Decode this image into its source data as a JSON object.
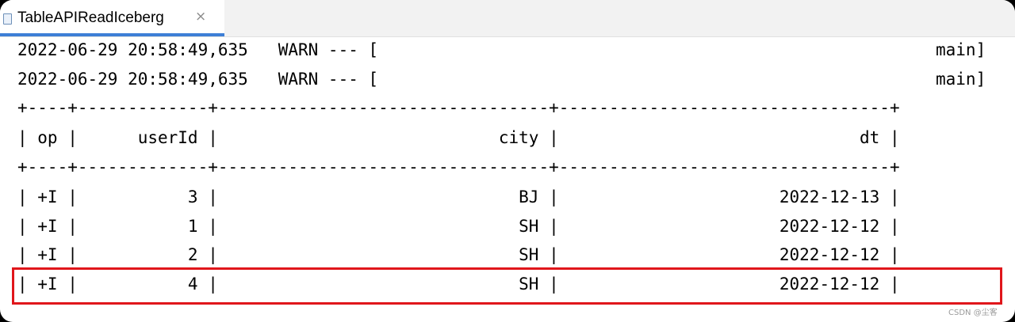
{
  "tab": {
    "title": "TableAPIReadIceberg",
    "close_glyph": "×"
  },
  "log_lines": [
    {
      "left": "2022-06-29 20:58:49,635   WARN --- [",
      "right": "main]"
    },
    {
      "left": "2022-06-29 20:58:49,635   WARN --- [",
      "right": "main]"
    }
  ],
  "table": {
    "separator": "+----+-------------+---------------------------------+---------------------------------+",
    "header": "| op |      userId |                            city |                              dt |",
    "rows": [
      "| +I |           3 |                              BJ |                      2022-12-13 |",
      "| +I |           1 |                              SH |                      2022-12-12 |",
      "| +I |           2 |                              SH |                      2022-12-12 |",
      "| +I |           4 |                              SH |                      2022-12-12 |"
    ]
  },
  "highlight_color": "#e0161b",
  "watermark": "CSDN @尘客"
}
